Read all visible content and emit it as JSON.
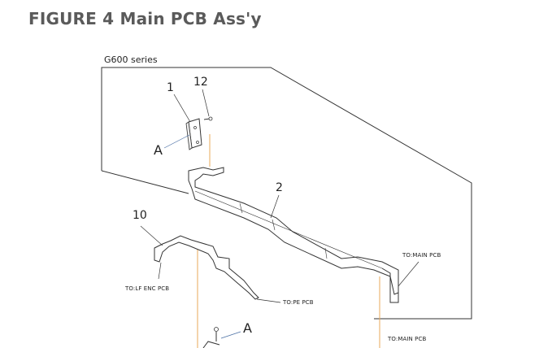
{
  "figure": {
    "title": "FIGURE 4  Main PCB Ass'y",
    "series_label": "G600  series"
  },
  "callouts": [
    {
      "id": "part-1",
      "text": "1"
    },
    {
      "id": "part-12",
      "text": "12"
    },
    {
      "id": "part-2",
      "text": "2"
    },
    {
      "id": "part-10",
      "text": "10"
    },
    {
      "id": "ref-a-top",
      "text": "A"
    },
    {
      "id": "ref-a-bottom",
      "text": "A"
    }
  ],
  "connections": [
    {
      "id": "to-main-pcb-1",
      "text": "TO:MAIN PCB"
    },
    {
      "id": "to-main-pcb-2",
      "text": "TO:MAIN PCB"
    },
    {
      "id": "to-lf-enc-pcb",
      "text": "TO:LF ENC PCB"
    },
    {
      "id": "to-pe-pcb",
      "text": "TO:PE PCB"
    }
  ],
  "colors": {
    "title": "#5a5a5a",
    "line": "#333333",
    "guide": "#e8a85a",
    "leader_a": "#4a6fa5"
  }
}
